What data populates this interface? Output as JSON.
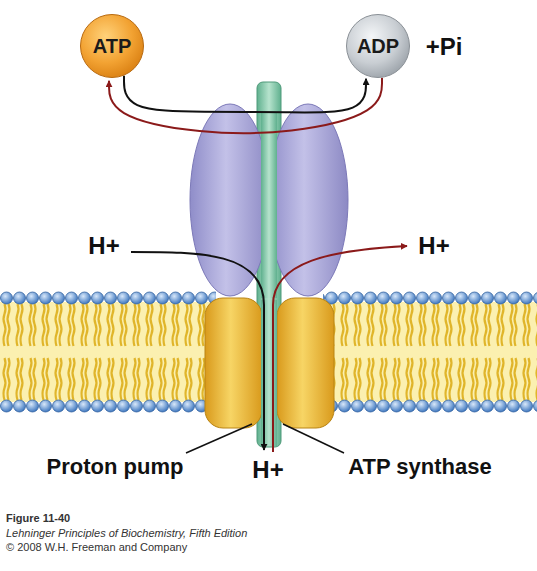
{
  "diagram": {
    "caption": "Figure 11-40",
    "nodes": [
      {
        "text": [
          "ATP"
        ]
      },
      {
        "text": [
          "ADP"
        ]
      }
    ],
    "edges": [
      {
        "from": 0,
        "to": 1,
        "arrow": "to"
      },
      {
        "from": 1,
        "to": 0,
        "arrow": "to"
      }
    ],
    "labels": [
      "H+",
      "H+",
      "H+",
      "Proton pump",
      "ATP synthase",
      "+Pi",
      "Lehninger Principles of Biochemistry, Fifth Edition",
      "© 2008 W.H. Freeman and Company"
    ]
  }
}
